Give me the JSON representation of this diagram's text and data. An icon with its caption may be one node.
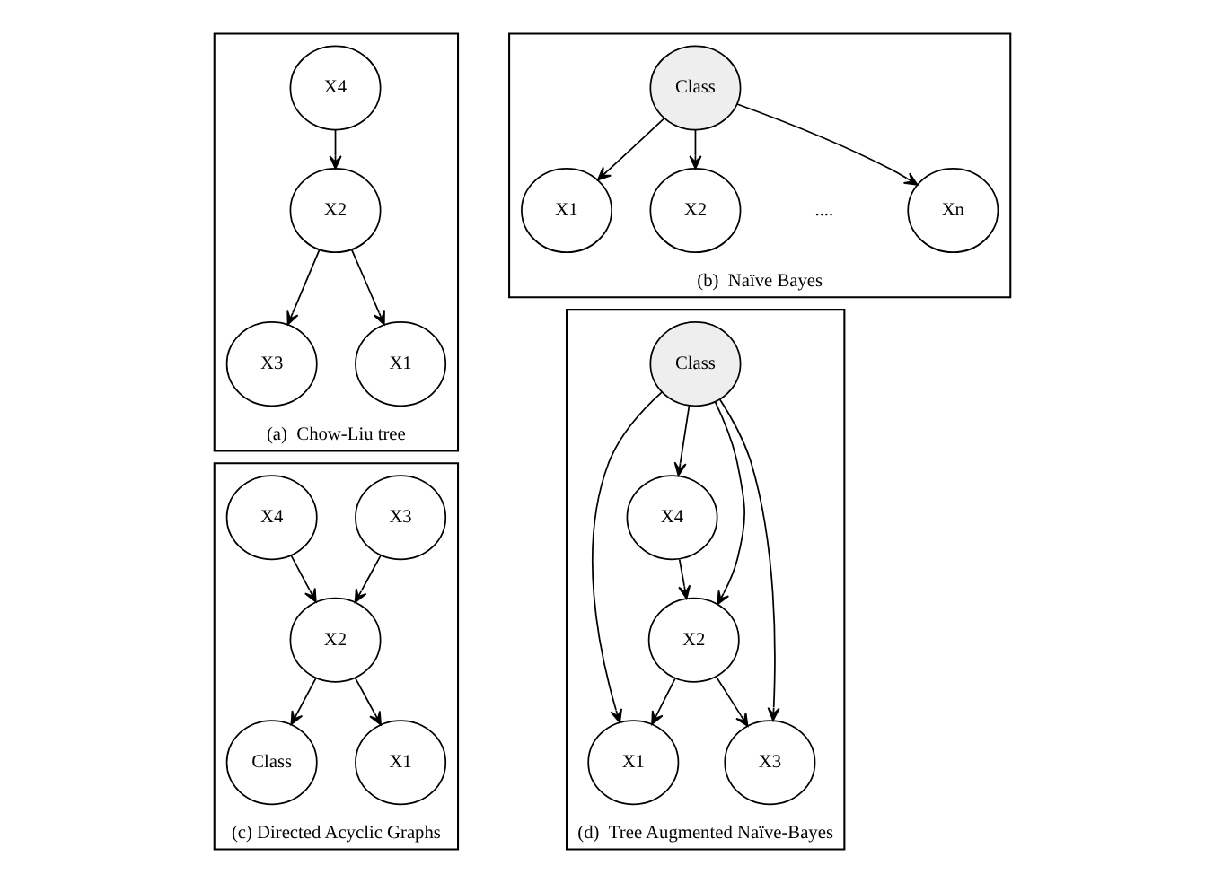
{
  "diagram": {
    "nodes": [
      {
        "text": [
          "(a)  Chow-Liu tree"
        ]
      },
      {
        "text": [
          "X1"
        ],
        "in": 0
      },
      {
        "text": [
          "X2"
        ],
        "in": 0
      },
      {
        "text": [
          "X3"
        ],
        "in": 0
      },
      {
        "text": [
          "X4"
        ],
        "in": 0
      },
      {
        "text": [
          "(b)  Naïve Bayes"
        ]
      },
      {
        "text": [
          "Class"
        ],
        "in": 5
      },
      {
        "text": [
          "X1"
        ],
        "in": 5
      },
      {
        "text": [
          "X2"
        ],
        "in": 5
      },
      {
        "text": [
          "Xn"
        ],
        "in": 5
      },
      {
        "text": [
          "(c) Directed Acyclic Graphs"
        ]
      },
      {
        "text": [
          "X1"
        ],
        "in": 10
      },
      {
        "text": [
          "X3"
        ],
        "in": 10
      },
      {
        "text": [
          "X2"
        ],
        "in": 10
      },
      {
        "text": [
          "Class"
        ],
        "in": 10
      },
      {
        "text": [
          "X4"
        ],
        "in": 10
      },
      {
        "text": [
          "(d)  Tree Augmented Naïve-Bayes"
        ]
      },
      {
        "text": [
          "Class"
        ],
        "in": 16
      },
      {
        "text": [
          "X1"
        ],
        "in": 16
      },
      {
        "text": [
          "X2"
        ],
        "in": 16
      },
      {
        "text": [
          "X3"
        ],
        "in": 16
      },
      {
        "text": [
          "X4"
        ],
        "in": 16
      }
    ],
    "edges": [
      {
        "from": 2,
        "to": 1,
        "arrow": "to"
      },
      {
        "from": 2,
        "to": 3,
        "arrow": "to"
      },
      {
        "from": 4,
        "to": 2,
        "arrow": "to"
      },
      {
        "from": 6,
        "to": 7,
        "arrow": "to"
      },
      {
        "from": 6,
        "to": 8,
        "arrow": "to"
      },
      {
        "from": 6,
        "to": 9,
        "arrow": "to"
      },
      {
        "from": 13,
        "to": 11,
        "arrow": "to"
      },
      {
        "from": 13,
        "to": 14,
        "arrow": "to"
      },
      {
        "from": 12,
        "to": 13,
        "arrow": "to"
      },
      {
        "from": 15,
        "to": 13,
        "arrow": "to"
      },
      {
        "from": 17,
        "to": 18,
        "arrow": "to"
      },
      {
        "from": 17,
        "to": 19,
        "arrow": "to"
      },
      {
        "from": 17,
        "to": 20,
        "arrow": "to"
      },
      {
        "from": 17,
        "to": 21,
        "arrow": "to"
      },
      {
        "from": 19,
        "to": 18,
        "arrow": "to"
      },
      {
        "from": 19,
        "to": 20,
        "arrow": "to"
      },
      {
        "from": 21,
        "to": 19,
        "arrow": "to"
      }
    ],
    "labels": [
      "...."
    ]
  }
}
